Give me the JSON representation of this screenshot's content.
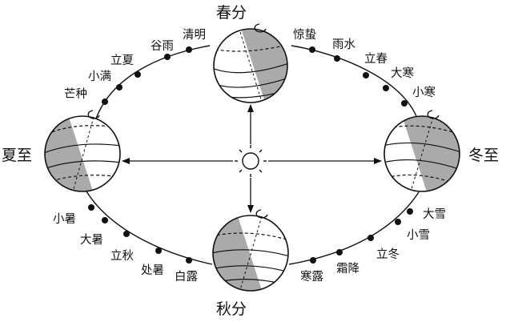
{
  "diagram": {
    "sun_icon": "sun-icon",
    "globe_shadow_color": "#aaaaaa",
    "line_color": "#111111",
    "main_terms": {
      "spring_equinox": "春分",
      "summer_solstice": "夏至",
      "autumn_equinox": "秋分",
      "winter_solstice": "冬至"
    },
    "solar_terms": {
      "upper_left": [
        "清明",
        "谷雨",
        "立夏",
        "小满",
        "芒种"
      ],
      "upper_right": [
        "惊蛰",
        "雨水",
        "立春",
        "大寒",
        "小寒"
      ],
      "lower_left": [
        "小暑",
        "大暑",
        "立秋",
        "处暑",
        "白露"
      ],
      "lower_right": [
        "寒露",
        "霜降",
        "立冬",
        "小雪",
        "大雪"
      ]
    }
  }
}
